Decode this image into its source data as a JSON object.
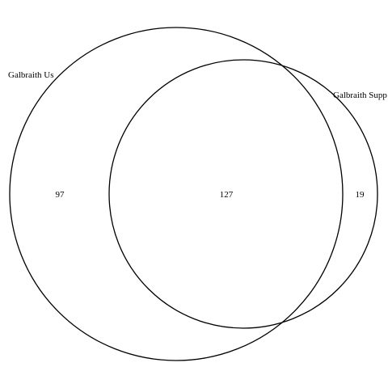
{
  "venn": {
    "sets": [
      {
        "label": "Galbraith Us"
      },
      {
        "label": "Galbraith Supp"
      }
    ],
    "regions": {
      "only_a": "97",
      "intersection": "127",
      "only_b": "19"
    },
    "stroke_color": "#000000",
    "background_color": "#ffffff"
  }
}
